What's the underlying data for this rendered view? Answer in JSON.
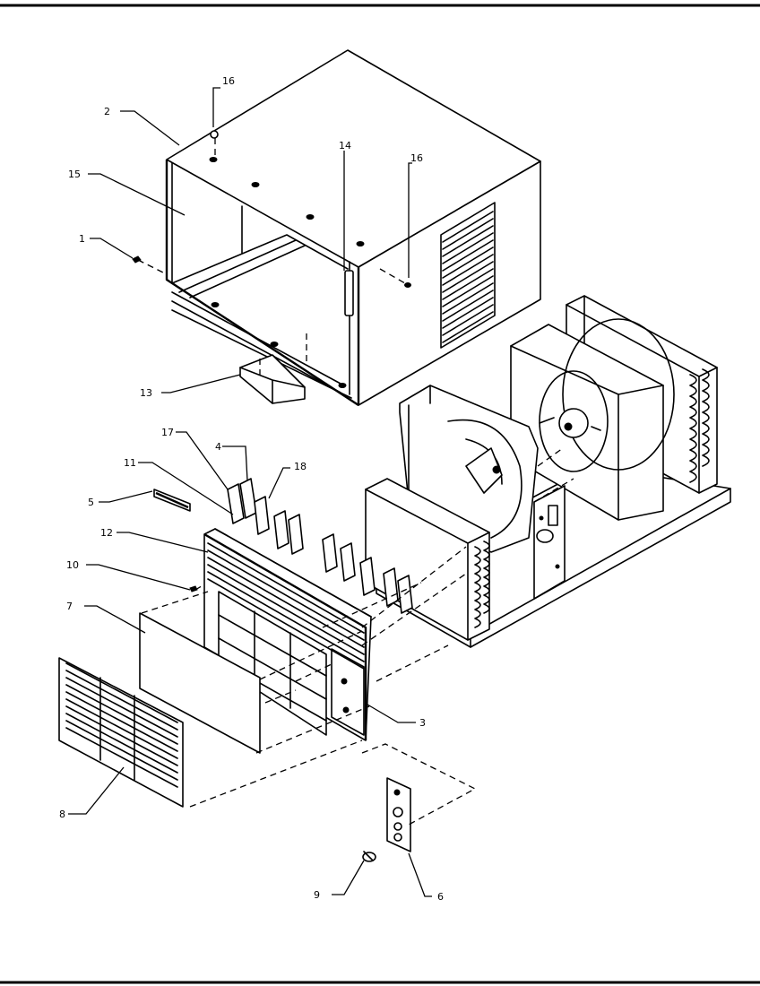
{
  "callouts": [
    {
      "id": "c1",
      "label": "1"
    },
    {
      "id": "c2",
      "label": "2"
    },
    {
      "id": "c3",
      "label": "3"
    },
    {
      "id": "c4",
      "label": "4"
    },
    {
      "id": "c5",
      "label": "5"
    },
    {
      "id": "c6",
      "label": "6"
    },
    {
      "id": "c7",
      "label": "7"
    },
    {
      "id": "c8",
      "label": "8"
    },
    {
      "id": "c9",
      "label": "9"
    },
    {
      "id": "c10",
      "label": "10"
    },
    {
      "id": "c11",
      "label": "11"
    },
    {
      "id": "c12",
      "label": "12"
    },
    {
      "id": "c13",
      "label": "13"
    },
    {
      "id": "c14",
      "label": "14"
    },
    {
      "id": "c15",
      "label": "15"
    },
    {
      "id": "c16a",
      "label": "16"
    },
    {
      "id": "c16b",
      "label": "16"
    },
    {
      "id": "c17",
      "label": "17"
    },
    {
      "id": "c18",
      "label": "18"
    }
  ]
}
